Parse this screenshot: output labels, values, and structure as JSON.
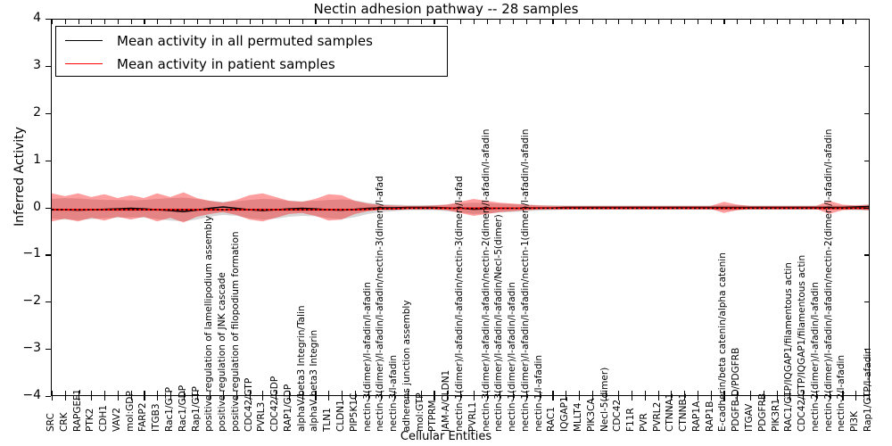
{
  "chart_data": {
    "type": "line",
    "title": "Nectin adhesion pathway -- 28 samples",
    "xlabel": "Cellular Entities",
    "ylabel": "Inferred Activity",
    "ylim": [
      -4,
      4
    ],
    "yticks": [
      4,
      3,
      2,
      1,
      0,
      -1,
      -2,
      -3,
      -4
    ],
    "ytick_labels": [
      "4",
      "3",
      "2",
      "1",
      "0",
      "−1",
      "−2",
      "−3",
      "−4"
    ],
    "grid": false,
    "legend_position": "upper left",
    "legend": [
      {
        "label": "Mean activity in all permuted samples",
        "color": "#000000"
      },
      {
        "label": "Mean activity in patient samples",
        "color": "#ff0000"
      }
    ],
    "categories": [
      "SRC",
      "CRK",
      "RAPGEF1",
      "PTK2",
      "CDH1",
      "VAV2",
      "mol:GDP",
      "FARP2",
      "ITGB3",
      "Rac1/GTP",
      "Rac1/GDP",
      "Rap1/GTP",
      "positive regulation of lamellipodium assembly",
      "positive regulation of JNK cascade",
      "positive regulation of filopodium formation",
      "CDC42/GTP",
      "PVRL3",
      "CDC42/GDP",
      "RAP1/GDP",
      "alphaV/beta3 Integrin/Talin",
      "alphaV beta3 Integrin",
      "TLN1",
      "CLDN1",
      "PIP5K1C",
      "nectin-3(dimer)/l-afadin/l-afadin",
      "nectin-3(dimer)/l-afadin/l-afadin/nectin-3(dimer)/l-afad",
      "nectin-3/l-afadin",
      "adherens junction assembly",
      "mol:GTP",
      "PTPRM",
      "JAM-A/CLDN1",
      "nectin-1(dimer)/l-afadin/l-afadin/nectin-3(dimer)/l-afad",
      "PVRL1",
      "nectin-3(dimer)/l-afadin/l-afadin/nectin-2(dimer)/l-afadin/l-afadin",
      "nectin-3(dimer)/l-afadin/l-afadin/Necl-5(dimer)",
      "nectin-1(dimer)/l-afadin/l-afadin",
      "nectin-1(dimer)/l-afadin/l-afadin/nectin-1(dimer)/l-afadin/l-afadin",
      "nectin-1/l-afadin",
      "RAC1",
      "IQGAP1",
      "MLLT4",
      "PIK3CA",
      "Necl-5(dimer)",
      "CDC42",
      "F11R",
      "PVR",
      "PVRL2",
      "CTNNA1",
      "CTNNB1",
      "RAP1A",
      "RAP1B",
      "E-cadherin/beta catenin/alpha catenin",
      "PDGFB-D/PDGFRB",
      "ITGAV",
      "PDGFRB",
      "PIK3R1",
      "RAC1/GTP/IQGAP1/filamentous actin",
      "CDC42/GTP/IQGAP1/filamentous actin",
      "nectin-2(dimer)/l-afadin/l-afadin",
      "nectin-2(dimer)/l-afadin/l-afadin/nectin-2(dimer)/l-afadin/l-afadin",
      "nectin-2/l-afadin",
      "PI3K",
      "Rap1/GTP/l-afadin"
    ],
    "series": [
      {
        "name": "Mean activity in all permuted samples",
        "color": "#000000",
        "style": "solid",
        "values": [
          -0.04,
          -0.05,
          -0.06,
          -0.05,
          -0.04,
          -0.03,
          -0.02,
          -0.03,
          -0.05,
          -0.07,
          -0.09,
          -0.06,
          -0.02,
          0.01,
          -0.02,
          -0.05,
          -0.07,
          -0.05,
          -0.03,
          -0.02,
          -0.03,
          -0.05,
          -0.06,
          -0.04,
          -0.02,
          -0.01,
          -0.01,
          0.0,
          0.0,
          0.0,
          -0.01,
          -0.02,
          -0.04,
          -0.03,
          -0.02,
          -0.02,
          -0.01,
          -0.01,
          -0.01,
          0.0,
          0.0,
          0.0,
          0.0,
          0.0,
          0.0,
          0.0,
          0.0,
          0.0,
          0.0,
          0.0,
          0.0,
          0.0,
          0.0,
          0.0,
          0.0,
          0.0,
          0.0,
          0.0,
          0.0,
          0.0,
          0.0,
          0.01,
          0.02
        ],
        "band_upper": [
          0.18,
          0.2,
          0.19,
          0.17,
          0.16,
          0.16,
          0.15,
          0.16,
          0.18,
          0.2,
          0.21,
          0.18,
          0.14,
          0.12,
          0.13,
          0.16,
          0.18,
          0.17,
          0.14,
          0.13,
          0.14,
          0.16,
          0.17,
          0.15,
          0.1,
          0.07,
          0.06,
          0.05,
          0.05,
          0.05,
          0.06,
          0.08,
          0.1,
          0.09,
          0.08,
          0.07,
          0.06,
          0.05,
          0.05,
          0.04,
          0.04,
          0.04,
          0.04,
          0.04,
          0.04,
          0.04,
          0.04,
          0.04,
          0.04,
          0.04,
          0.04,
          0.05,
          0.05,
          0.04,
          0.04,
          0.04,
          0.04,
          0.04,
          0.04,
          0.04,
          0.04,
          0.05,
          0.06
        ],
        "band_lower": [
          -0.24,
          -0.26,
          -0.27,
          -0.25,
          -0.23,
          -0.22,
          -0.21,
          -0.22,
          -0.25,
          -0.28,
          -0.3,
          -0.26,
          -0.2,
          -0.16,
          -0.18,
          -0.23,
          -0.26,
          -0.24,
          -0.2,
          -0.18,
          -0.19,
          -0.23,
          -0.25,
          -0.21,
          -0.14,
          -0.1,
          -0.08,
          -0.06,
          -0.06,
          -0.06,
          -0.08,
          -0.11,
          -0.14,
          -0.13,
          -0.11,
          -0.1,
          -0.08,
          -0.07,
          -0.06,
          -0.05,
          -0.05,
          -0.05,
          -0.05,
          -0.05,
          -0.05,
          -0.05,
          -0.05,
          -0.05,
          -0.05,
          -0.05,
          -0.05,
          -0.06,
          -0.06,
          -0.05,
          -0.05,
          -0.05,
          -0.05,
          -0.05,
          -0.05,
          -0.05,
          -0.05,
          -0.06,
          -0.07
        ]
      },
      {
        "name": "Mean activity in patient samples",
        "color": "#ff0000",
        "style": "solid",
        "values": [
          -0.05,
          -0.05,
          -0.05,
          -0.05,
          -0.05,
          -0.05,
          -0.05,
          -0.05,
          -0.05,
          -0.05,
          -0.05,
          -0.05,
          -0.05,
          -0.05,
          -0.05,
          -0.05,
          -0.05,
          -0.05,
          -0.05,
          -0.05,
          -0.05,
          -0.05,
          -0.05,
          -0.05,
          -0.04,
          -0.03,
          -0.03,
          -0.02,
          -0.02,
          -0.02,
          -0.02,
          -0.02,
          -0.02,
          -0.02,
          -0.02,
          -0.02,
          -0.02,
          -0.02,
          -0.02,
          -0.02,
          -0.02,
          -0.02,
          -0.02,
          -0.02,
          -0.02,
          -0.02,
          -0.02,
          -0.02,
          -0.02,
          -0.02,
          -0.02,
          -0.02,
          -0.02,
          -0.02,
          -0.02,
          -0.02,
          -0.02,
          -0.02,
          -0.02,
          -0.02,
          -0.02,
          -0.02,
          -0.02
        ],
        "band_upper": [
          0.3,
          0.24,
          0.3,
          0.22,
          0.28,
          0.2,
          0.26,
          0.2,
          0.3,
          0.22,
          0.32,
          0.2,
          0.14,
          0.1,
          0.16,
          0.26,
          0.3,
          0.22,
          0.14,
          0.12,
          0.18,
          0.28,
          0.26,
          0.14,
          0.08,
          0.05,
          0.04,
          0.03,
          0.03,
          0.04,
          0.06,
          0.12,
          0.18,
          0.14,
          0.1,
          0.08,
          0.06,
          0.04,
          0.03,
          0.03,
          0.03,
          0.03,
          0.03,
          0.03,
          0.03,
          0.03,
          0.03,
          0.03,
          0.03,
          0.03,
          0.03,
          0.12,
          0.06,
          0.03,
          0.03,
          0.03,
          0.03,
          0.03,
          0.03,
          0.14,
          0.06,
          0.04,
          0.06
        ],
        "band_lower": [
          -0.3,
          -0.24,
          -0.3,
          -0.22,
          -0.28,
          -0.2,
          -0.26,
          -0.2,
          -0.3,
          -0.22,
          -0.32,
          -0.2,
          -0.14,
          -0.1,
          -0.16,
          -0.26,
          -0.3,
          -0.22,
          -0.14,
          -0.12,
          -0.18,
          -0.28,
          -0.26,
          -0.14,
          -0.08,
          -0.05,
          -0.04,
          -0.03,
          -0.03,
          -0.04,
          -0.06,
          -0.12,
          -0.18,
          -0.14,
          -0.1,
          -0.08,
          -0.06,
          -0.04,
          -0.03,
          -0.03,
          -0.03,
          -0.03,
          -0.03,
          -0.03,
          -0.03,
          -0.03,
          -0.03,
          -0.03,
          -0.03,
          -0.03,
          -0.03,
          -0.12,
          -0.06,
          -0.03,
          -0.03,
          -0.03,
          -0.03,
          -0.03,
          -0.03,
          -0.14,
          -0.06,
          -0.04,
          -0.06
        ]
      },
      {
        "name": "median dotted overlay",
        "color": "#000000",
        "style": "dotted",
        "values": [
          -0.05,
          -0.05,
          -0.05,
          -0.05,
          -0.05,
          -0.05,
          -0.05,
          -0.05,
          -0.05,
          -0.05,
          -0.05,
          -0.05,
          -0.05,
          -0.05,
          -0.05,
          -0.05,
          -0.05,
          -0.05,
          -0.05,
          -0.05,
          -0.05,
          -0.05,
          -0.05,
          -0.05,
          -0.04,
          -0.03,
          -0.03,
          -0.02,
          -0.02,
          -0.02,
          -0.02,
          -0.02,
          -0.02,
          -0.02,
          -0.02,
          -0.02,
          -0.02,
          -0.02,
          -0.02,
          -0.02,
          -0.02,
          -0.02,
          -0.02,
          -0.02,
          -0.02,
          -0.02,
          -0.02,
          -0.02,
          -0.02,
          -0.02,
          -0.02,
          -0.02,
          -0.02,
          -0.02,
          -0.02,
          -0.02,
          -0.02,
          -0.02,
          -0.02,
          -0.02,
          -0.02,
          -0.02,
          -0.02
        ]
      }
    ]
  }
}
